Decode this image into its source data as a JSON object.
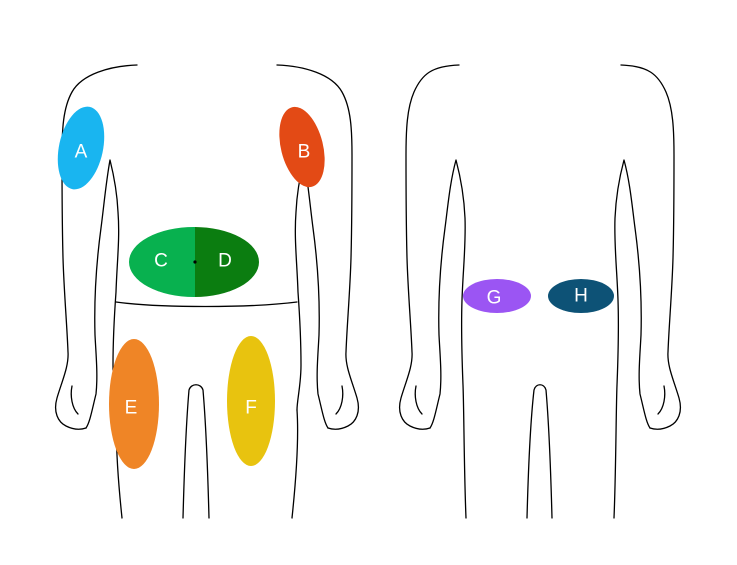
{
  "figures": [
    {
      "view": "front"
    },
    {
      "view": "back"
    }
  ],
  "regions": [
    {
      "id": "A",
      "label": "A",
      "color": "#19b5f0"
    },
    {
      "id": "B",
      "label": "B",
      "color": "#e34a15"
    },
    {
      "id": "C",
      "label": "C",
      "color": "#08b14f"
    },
    {
      "id": "D",
      "label": "D",
      "color": "#0b7d10"
    },
    {
      "id": "E",
      "label": "E",
      "color": "#ef8526"
    },
    {
      "id": "F",
      "label": "F",
      "color": "#e8c30f"
    },
    {
      "id": "G",
      "label": "G",
      "color": "#9b55f3"
    },
    {
      "id": "H",
      "label": "H",
      "color": "#0d5276"
    }
  ]
}
